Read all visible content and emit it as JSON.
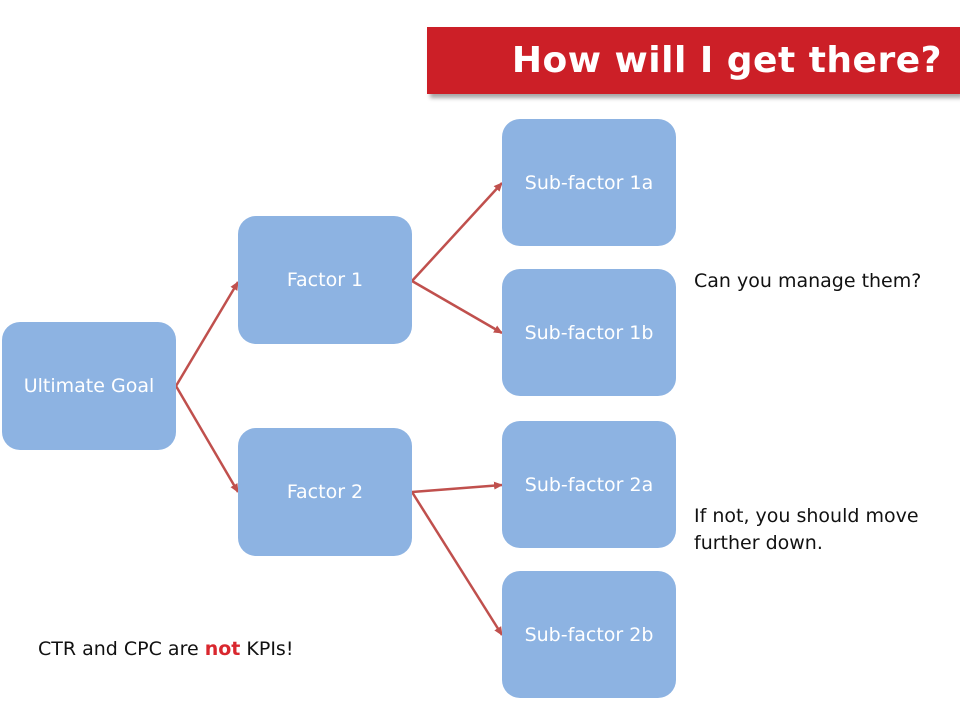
{
  "title": "How will I get there?",
  "nodes": {
    "goal": "Ultimate Goal",
    "factor1": "Factor 1",
    "factor2": "Factor 2",
    "sub1a": "Sub-factor 1a",
    "sub1b": "Sub-factor 1b",
    "sub2a": "Sub-factor 2a",
    "sub2b": "Sub-factor 2b"
  },
  "notes": {
    "manage": "Can you manage them?",
    "move_line1": "If not, you should move",
    "move_line2": "further down.",
    "kpi_before": "CTR and CPC are ",
    "kpi_emphasis": "not",
    "kpi_after": " KPIs!"
  },
  "colors": {
    "banner": "#cc1f27",
    "node_fill": "#8db3e2",
    "arrow": "#c0504d",
    "emphasis": "#d9272e"
  }
}
